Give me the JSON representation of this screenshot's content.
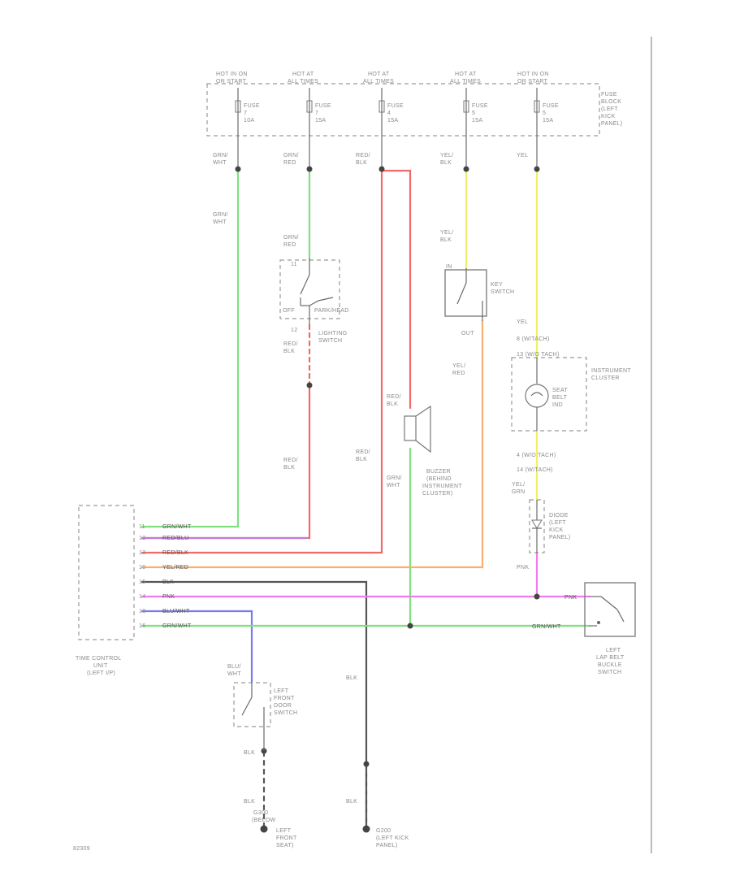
{
  "colors": {
    "green": "#7ee07e",
    "red": "#f06a6a",
    "yellow": "#f0f06a",
    "orange": "#f7b070",
    "purple": "#c07ae0",
    "pink": "#f07af0",
    "blue": "#7a7af0",
    "black": "#555555",
    "text": "#8a8a8a"
  },
  "fuse_box": {
    "sources": [
      "HOT IN ON",
      "HOT AT",
      "HOT AT",
      "HOT AT",
      "HOT IN ON"
    ],
    "sources_2": [
      "OR START",
      "ALL TIMES",
      "ALL TIMES",
      "ALL TIMES",
      "OR START"
    ],
    "fuse_label": "FUSE",
    "fuse_numbers": [
      "7",
      "7",
      "4",
      "5",
      "5"
    ],
    "fuse_amps": [
      "10A",
      "15A",
      "15A",
      "15A",
      "15A"
    ],
    "location": [
      "FUSE",
      "BLOCK",
      "(LEFT",
      "KICK",
      "PANEL)"
    ]
  },
  "wire_labels_top": [
    [
      "GRN/",
      "WHT"
    ],
    [
      "GRN/",
      "RED"
    ],
    [
      "RED/",
      "BLK"
    ],
    [
      "YEL/",
      "BLK"
    ],
    [
      "YEL"
    ]
  ],
  "wire_label_grn_wht": [
    "GRN/",
    "WHT"
  ],
  "wire_label_grn_red": [
    "GRN/",
    "RED"
  ],
  "lighting_switch": {
    "pin_top": "11",
    "off": "OFF",
    "on": "PARK/HEAD",
    "pin_bottom": "12",
    "wire": [
      "RED/",
      "BLK"
    ],
    "name": [
      "LIGHTING",
      "SWITCH"
    ]
  },
  "key_switch": {
    "wire": [
      "YEL/",
      "BLK"
    ],
    "pin": "IN",
    "out": "OUT",
    "name": [
      "KEY",
      "SWITCH"
    ],
    "out_wire": [
      "YEL/",
      "RED"
    ]
  },
  "instrument_cluster": {
    "wire_in": "YEL",
    "pin_top_1": "8 (W/TACH)",
    "pin_top_2": "13 (W/O TACH)",
    "lamp": [
      "SEAT",
      "BELT",
      "IND"
    ],
    "name": [
      "INSTRUMENT",
      "CLUSTER"
    ],
    "pin_bot_1": "4 (W/O TACH)",
    "pin_bot_2": "14 (W/TACH)"
  },
  "buzzer": {
    "wire_in": [
      "RED/",
      "BLK"
    ],
    "name": [
      "BUZZER",
      "(BEHIND",
      "INSTRUMENT",
      "CLUSTER)"
    ]
  },
  "mid_labels": {
    "red_blk_1": [
      "RED/",
      "BLK"
    ],
    "red_blk_2": [
      "RED/",
      "BLK"
    ],
    "grn_wht": [
      "GRN/",
      "WHT"
    ],
    "yel_grn": [
      "YEL/",
      "GRN"
    ],
    "pnk": "PNK"
  },
  "diode": {
    "name": [
      "DIODE",
      "(LEFT",
      "KICK",
      "PANEL)"
    ]
  },
  "timer": {
    "pins": [
      "11",
      "12",
      "13",
      "10",
      "15",
      "14",
      "18",
      "16"
    ],
    "wires": [
      "GRN/WHT",
      "RED/BLU",
      "RED/BLK",
      "YEL/RED",
      "BLK",
      "PNK",
      "BLU/WHT",
      "GRN/WHT"
    ],
    "name": [
      "TIME CONTROL",
      "UNIT",
      "(LEFT I/P)"
    ]
  },
  "buckle": {
    "wire_pnk": "PNK",
    "wire_grn": "GRN/WHT",
    "name": [
      "LEFT",
      "LAP BELT",
      "BUCKLE",
      "SWITCH"
    ]
  },
  "door_switch": {
    "wire": [
      "BLU/",
      "WHT"
    ],
    "name": [
      "LEFT",
      "FRONT",
      "DOOR",
      "SWITCH"
    ],
    "blk_1": "BLK",
    "blk_2": "BLK",
    "ground": [
      "G300",
      "(BELOW",
      "LEFT",
      "FRONT",
      "SEAT)"
    ]
  },
  "ground_2": {
    "blk_1": "BLK",
    "blk_2": "BLK",
    "name": [
      "G200",
      "(LEFT KICK",
      "PANEL)"
    ]
  },
  "figure_id": "82309"
}
